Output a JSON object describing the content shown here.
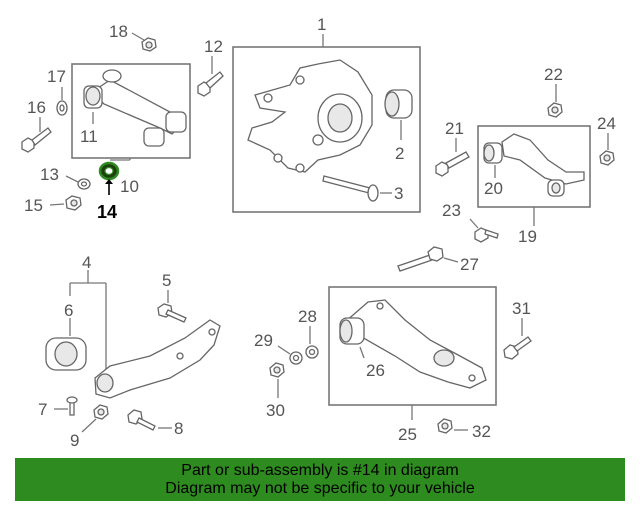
{
  "callouts": {
    "n1": "1",
    "n2": "2",
    "n3": "3",
    "n4": "4",
    "n5": "5",
    "n6": "6",
    "n7": "7",
    "n8": "8",
    "n9": "9",
    "n10": "10",
    "n11": "11",
    "n12": "12",
    "n13": "13",
    "n14": "14",
    "n15": "15",
    "n16": "16",
    "n17": "17",
    "n18": "18",
    "n19": "19",
    "n20": "20",
    "n21": "21",
    "n22": "22",
    "n23": "23",
    "n24": "24",
    "n25": "25",
    "n26": "26",
    "n27": "27",
    "n28": "28",
    "n29": "29",
    "n30": "30",
    "n31": "31",
    "n32": "32"
  },
  "highlighted_part": "14",
  "banner": {
    "line1": "Part or sub-assembly is #14 in diagram",
    "line2": "Diagram may not be specific to your vehicle",
    "color": "#2e8b1f"
  },
  "colors": {
    "line": "#777777",
    "label": "#555555",
    "highlight_ring": "#2e8b1f"
  }
}
